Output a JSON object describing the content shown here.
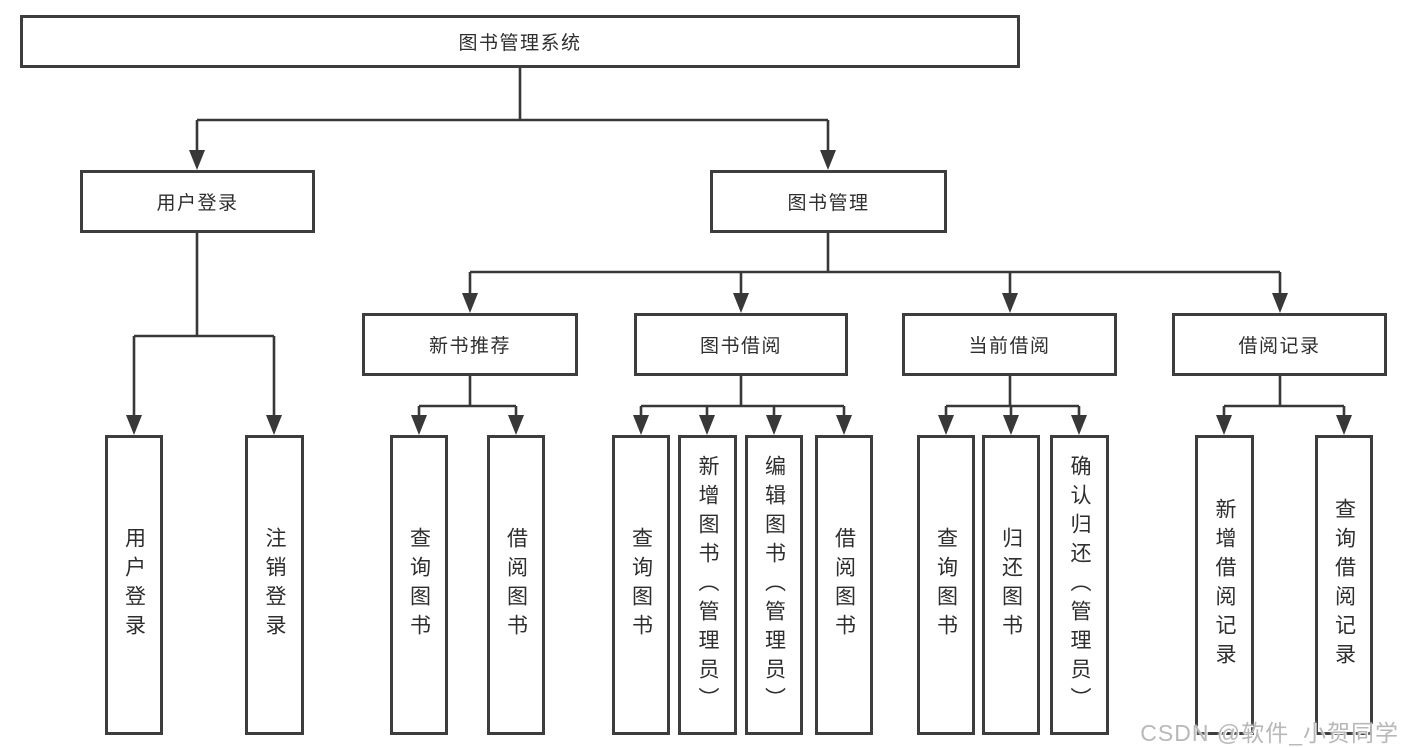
{
  "colors": {
    "border": "#3d3d3d",
    "line": "#383838",
    "text": "#2e2e2e",
    "wm": "#b8b8b8",
    "bg": "#ffffff"
  },
  "tree": {
    "root": {
      "label": "图书管理系统"
    },
    "children": [
      {
        "label": "用户登录",
        "children": [
          {
            "label": "用户登录"
          },
          {
            "label": "注销登录"
          }
        ]
      },
      {
        "label": "图书管理",
        "children": [
          {
            "label": "新书推荐",
            "children": [
              {
                "label": "查询图书"
              },
              {
                "label": "借阅图书"
              }
            ]
          },
          {
            "label": "图书借阅",
            "children": [
              {
                "label": "查询图书"
              },
              {
                "label": "新增图书（管理员）"
              },
              {
                "label": "编辑图书（管理员）"
              },
              {
                "label": "借阅图书"
              }
            ]
          },
          {
            "label": "当前借阅",
            "children": [
              {
                "label": "查询图书"
              },
              {
                "label": "归还图书"
              },
              {
                "label": "确认归还（管理员）"
              }
            ]
          },
          {
            "label": "借阅记录",
            "children": [
              {
                "label": "新增借阅记录"
              },
              {
                "label": "查询借阅记录"
              }
            ]
          }
        ]
      }
    ]
  },
  "watermark": {
    "text": "CSDN @软件_小贺同学"
  }
}
